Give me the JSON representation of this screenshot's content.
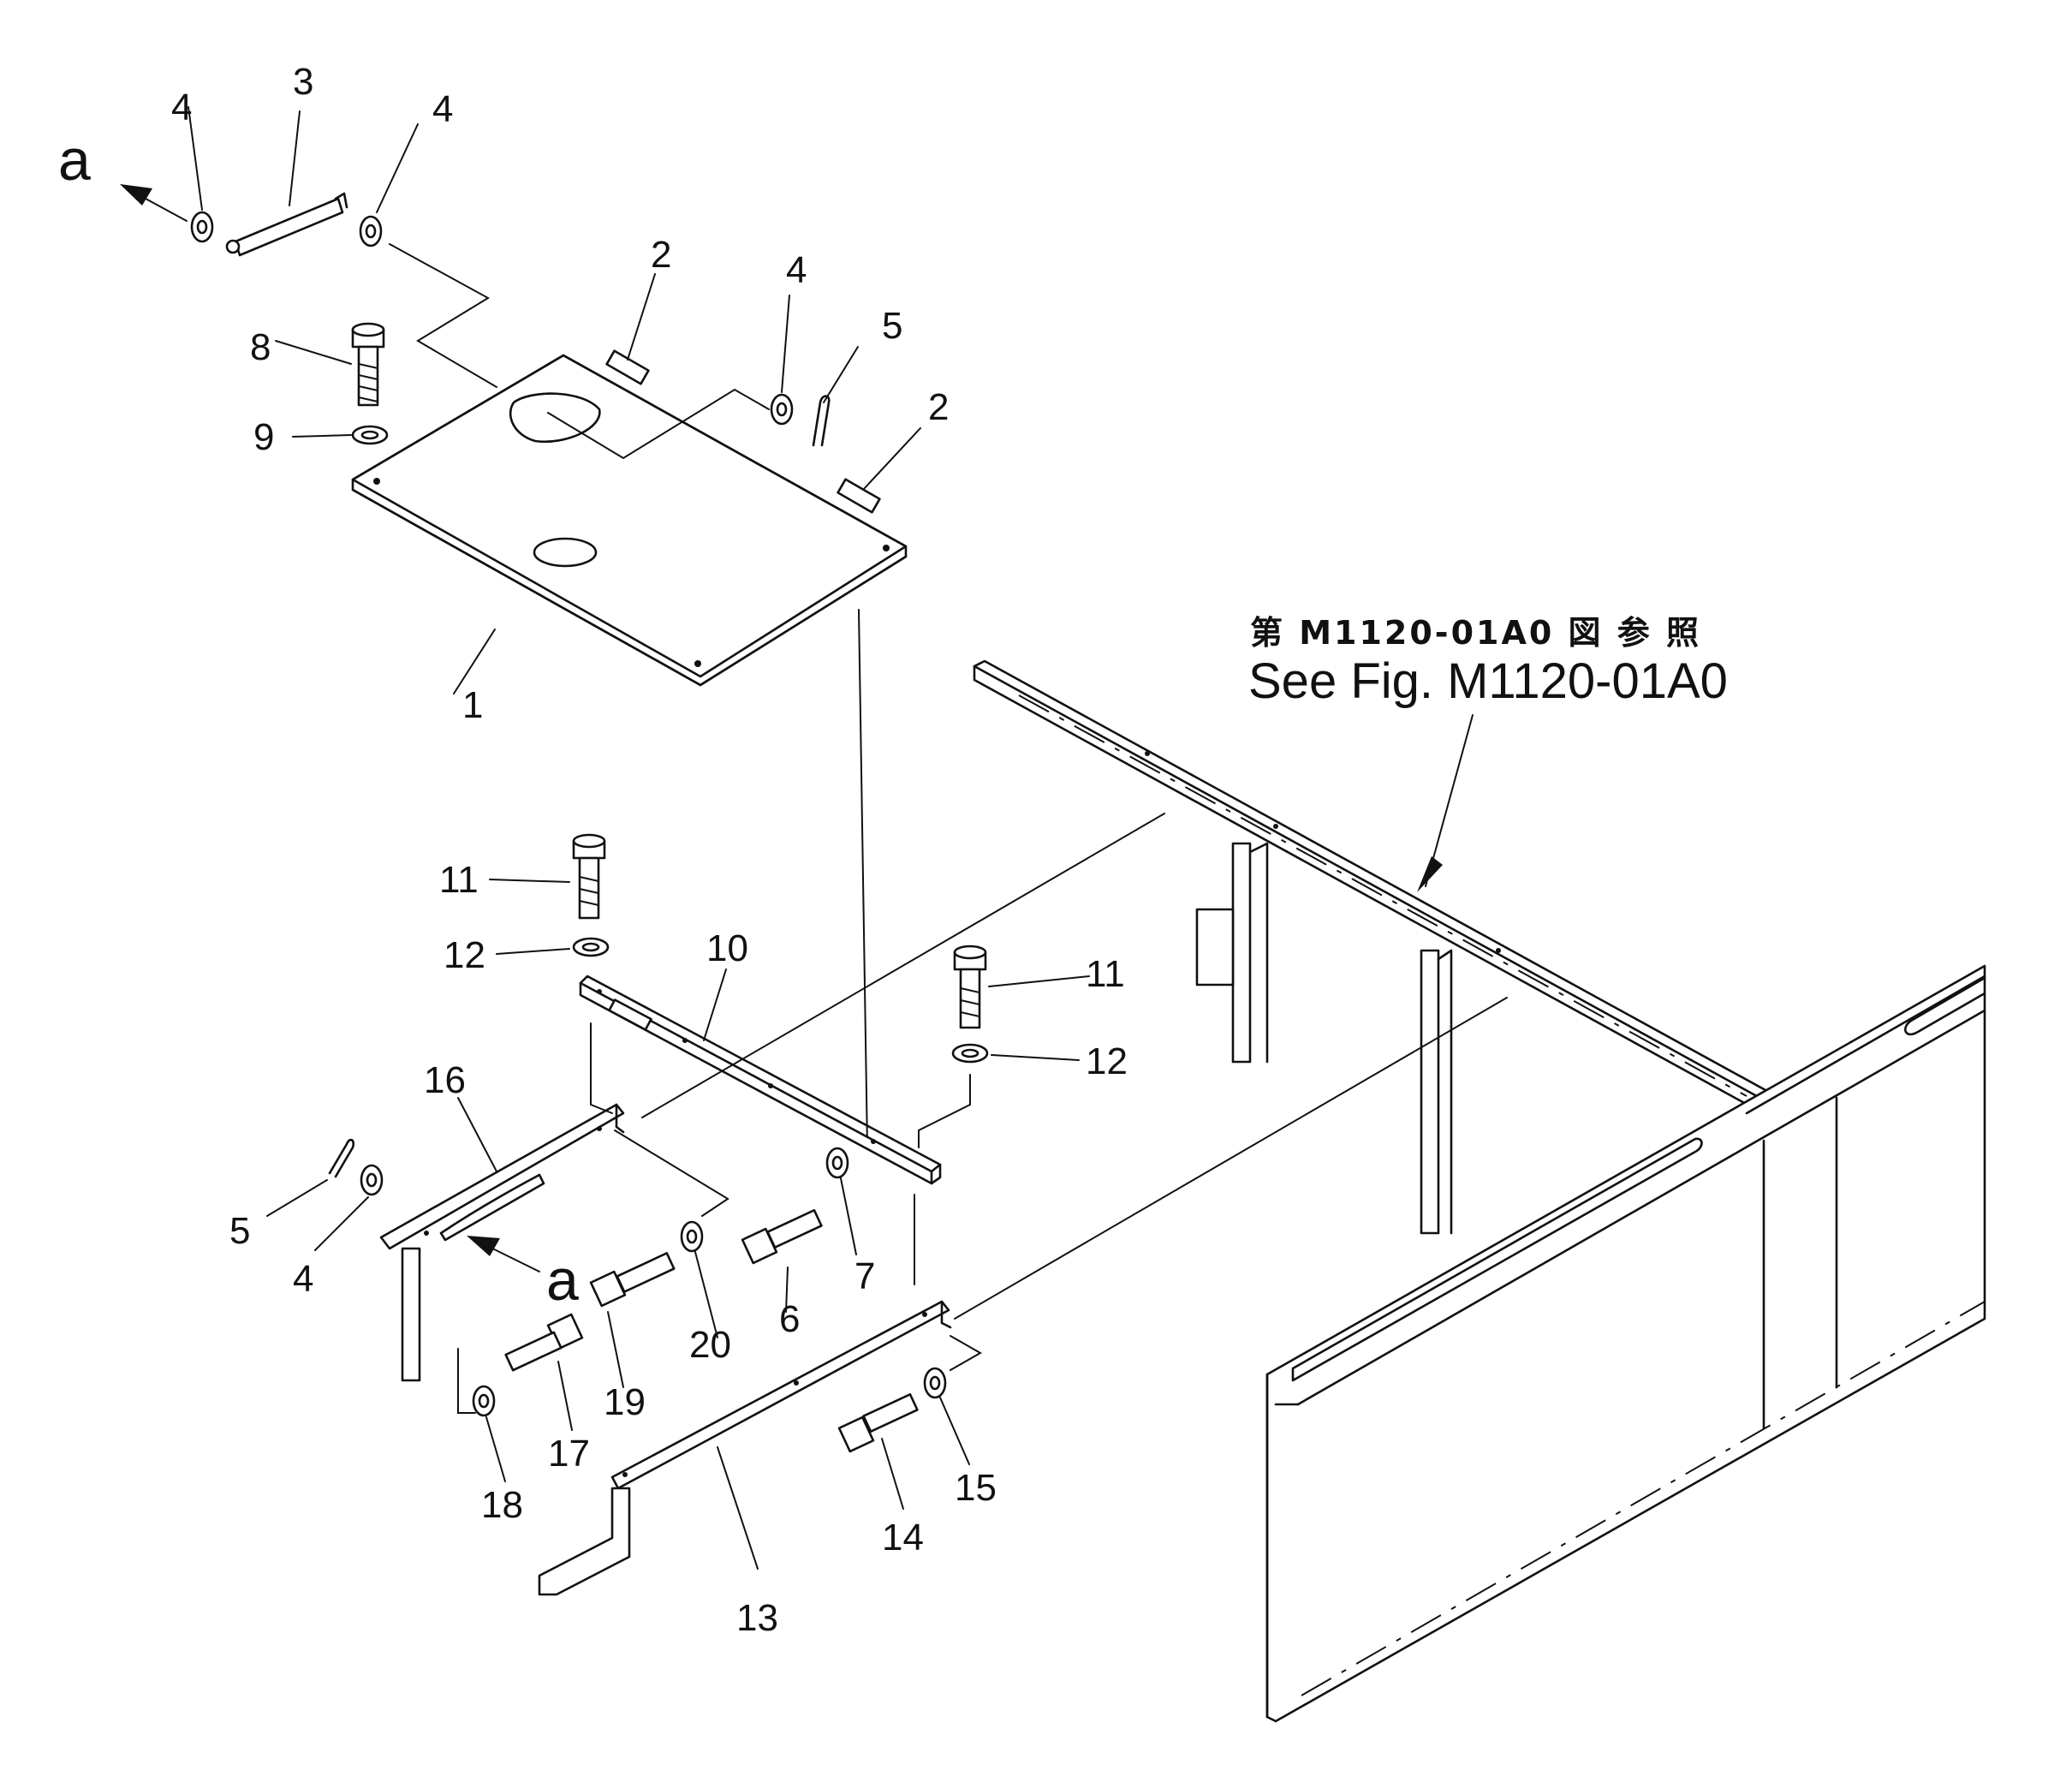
{
  "callouts": {
    "c1": "1",
    "c2a": "2",
    "c2b": "2",
    "c3": "3",
    "c4a": "4",
    "c4b": "4",
    "c4c": "4",
    "c4d": "4",
    "c5a": "5",
    "c5b": "5",
    "c6": "6",
    "c7": "7",
    "c8": "8",
    "c9": "9",
    "c10": "10",
    "c11a": "11",
    "c11b": "11",
    "c12a": "12",
    "c12b": "12",
    "c13": "13",
    "c14": "14",
    "c15": "15",
    "c16": "16",
    "c17": "17",
    "c18": "18",
    "c19": "19",
    "c20": "20"
  },
  "view_marks": {
    "top": "a",
    "bottom": "a"
  },
  "reference": {
    "japanese": "第 M1120-01A0 図 参 照",
    "english": "See Fig. M1120-01A0"
  }
}
